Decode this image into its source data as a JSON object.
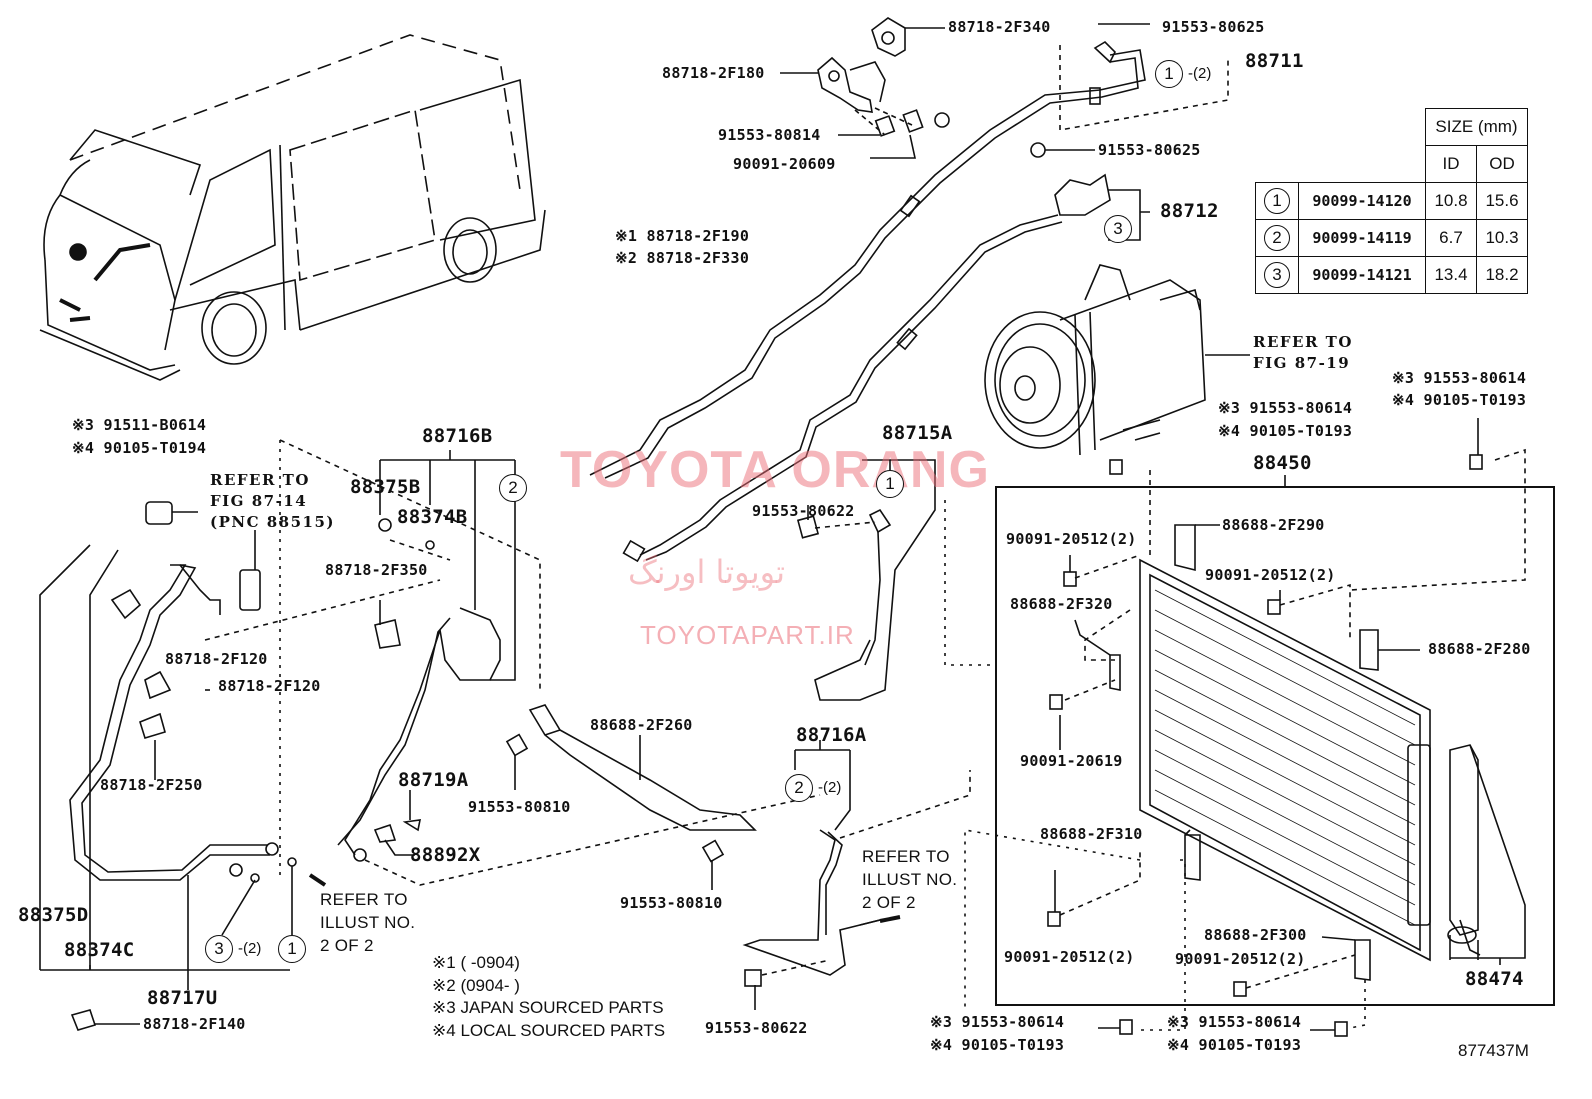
{
  "diagram": {
    "figure_code": "877437M",
    "watermark": {
      "brand": "TOYOTA ORANG",
      "site": "TOYOTAPART.IR",
      "persian": "تویوتا اورنگ"
    },
    "size_table": {
      "header": "SIZE (mm)",
      "col_id": "ID",
      "col_od": "OD",
      "rows": [
        {
          "key": "1",
          "part": "90099-14120",
          "id": "10.8",
          "od": "15.6"
        },
        {
          "key": "2",
          "part": "90099-14119",
          "id": "6.7",
          "od": "10.3"
        },
        {
          "key": "3",
          "part": "90099-14121",
          "id": "13.4",
          "od": "18.2"
        }
      ]
    },
    "notes": [
      {
        "mark": "※1",
        "text": "(      -0904)"
      },
      {
        "mark": "※2",
        "text": "(0904-      )"
      },
      {
        "mark": "※3",
        "text": "JAPAN SOURCED PARTS"
      },
      {
        "mark": "※4",
        "text": "LOCAL SOURCED PARTS"
      }
    ],
    "refs": {
      "fig_87_14": [
        "REFER TO",
        "FIG 87-14",
        "(PNC 88515)"
      ],
      "fig_87_19": [
        "REFER TO",
        "FIG 87-19"
      ],
      "illust_left": [
        "REFER TO",
        "ILLUST NO.",
        "2 OF 2"
      ],
      "illust_mid": [
        "REFER TO",
        "ILLUST NO.",
        "2 OF 2"
      ]
    },
    "callouts": {
      "c1_top": "1",
      "q1_top": "-(2)",
      "c3_top": "3",
      "c2_mid": "2",
      "c1_mid": "1",
      "c2_a": "2",
      "q2_a": "-(2)",
      "c3_bot": "3",
      "q3_bot": "-(2)",
      "c1_bot": "1"
    },
    "labels": {
      "p_88718_2F340": "88718-2F340",
      "p_91553_80625_a": "91553-80625",
      "p_88711": "88711",
      "p_88718_2F180": "88718-2F180",
      "p_91553_80814": "91553-80814",
      "p_90091_20609": "90091-20609",
      "p_91553_80625_b": "91553-80625",
      "p_88712": "88712",
      "p_2F190": "※1 88718-2F190",
      "p_2F330": "※2 88718-2F330",
      "p_tl_3": "※3 91511-B0614",
      "p_tl_4": "※4 90105-T0194",
      "p_88716B": "88716B",
      "p_88375B": "88375B",
      "p_88374B": "88374B",
      "p_88718_2F350": "88718-2F350",
      "p_88715A": "88715A",
      "p_91553_80622_a": "91553-80622",
      "p_mr_3": "※3 91553-80614",
      "p_mr_4": "※4 90105-T0193",
      "p_fr_3": "※3 91553-80614",
      "p_fr_4": "※4 90105-T0193",
      "p_88450": "88450",
      "p_88718_2F120_a": "88718-2F120",
      "p_88718_2F120_b": "88718-2F120",
      "p_88718_2F250": "88718-2F250",
      "p_88688_2F260": "88688-2F260",
      "p_91553_80810_a": "91553-80810",
      "p_88719A": "88719A",
      "p_88892X": "88892X",
      "p_88716A": "88716A",
      "p_91553_80810_b": "91553-80810",
      "p_91553_80622_b": "91553-80622",
      "p_88375D": "88375D",
      "p_88374C": "88374C",
      "p_88717U": "88717U",
      "p_88718_2F140": "88718-2F140",
      "p_90091_20512_a": "90091-20512(2)",
      "p_88688_2F290": "88688-2F290",
      "p_90091_20512_b": "90091-20512(2)",
      "p_88688_2F320": "88688-2F320",
      "p_88688_2F280": "88688-2F280",
      "p_90091_20619": "90091-20619",
      "p_88688_2F310": "88688-2F310",
      "p_90091_20512_c": "90091-20512(2)",
      "p_88688_2F300": "88688-2F300",
      "p_90091_20512_d": "90091-20512(2)",
      "p_88474": "88474",
      "p_bl_3": "※3 91553-80614",
      "p_bl_4": "※4 90105-T0193",
      "p_br_3": "※3 91553-80614",
      "p_br_4": "※4 90105-T0193"
    }
  }
}
